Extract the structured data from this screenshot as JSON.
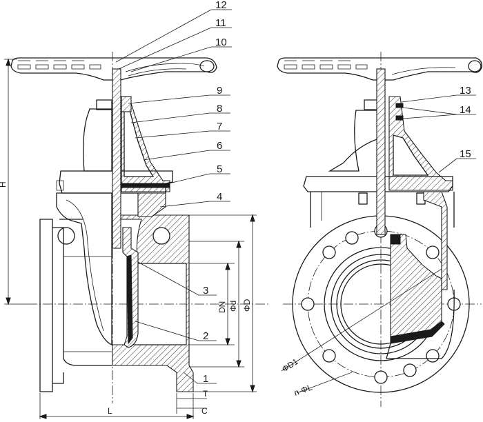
{
  "callouts": {
    "left": [
      "12",
      "11",
      "10",
      "9",
      "8",
      "7",
      "6",
      "5",
      "4",
      "3",
      "2",
      "1"
    ],
    "right": [
      "13",
      "14",
      "15"
    ]
  },
  "dimensions": {
    "height": "H",
    "length": "L",
    "flange_thickness": "T",
    "flange_offset": "C",
    "nominal_diameter": "DN",
    "bore_diameter": "Φd",
    "flange_outer_diameter": "ΦD",
    "bolt_circle_diameter": "ΦD1",
    "bolt_holes": "n-ΦL"
  }
}
